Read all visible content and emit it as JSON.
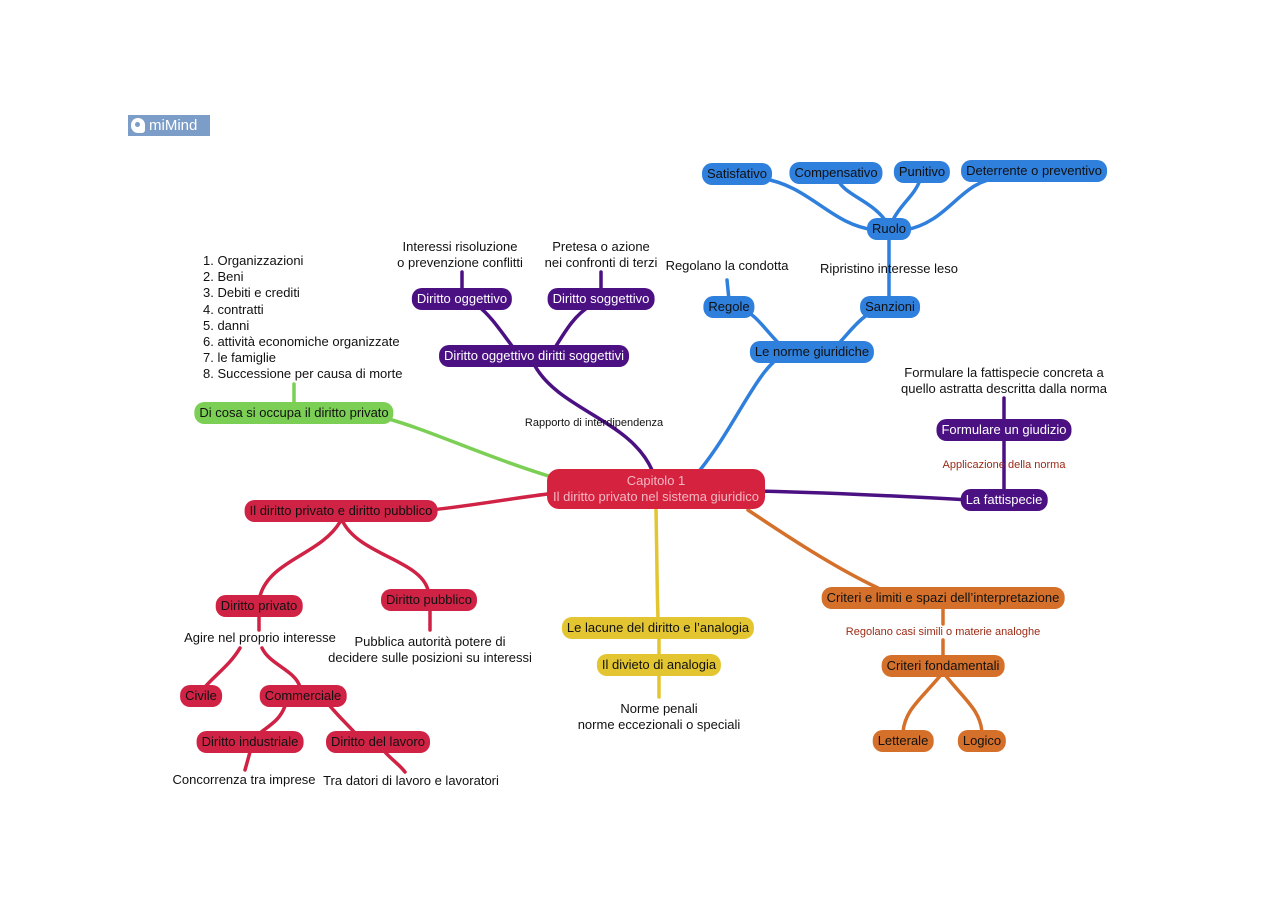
{
  "logo": {
    "text": "miMind"
  },
  "center": {
    "line1": "Capitolo 1",
    "line2": "Il diritto privato nel sistema giuridico"
  },
  "colors": {
    "blue": "#2f7fdc",
    "purple": "#4b1183",
    "red": "#cf2245",
    "orange": "#d5702a",
    "yellow": "#e2c531",
    "green": "#7ccf55"
  },
  "nodes": {
    "satisfativo": "Satisfativo",
    "compensativo": "Compensativo",
    "punitivo": "Punitivo",
    "deterrente": "Deterrente o preventivo",
    "ruolo": "Ruolo",
    "sanzioni": "Sanzioni",
    "regole": "Regole",
    "norme_giuridiche": "Le norme giuridiche",
    "diritto_oggettivo": "Diritto oggettivo",
    "diritto_soggettivo": "Diritto soggettivo",
    "oggettivo_soggettivi": "Diritto oggettivo diritti soggettivi",
    "cosa_occupa": "Di cosa si occupa il diritto privato",
    "formulare_giudizio": "Formulare un giudizio",
    "fattispecie": "La fattispecie",
    "privato_pubblico": "Il diritto privato e diritto pubblico",
    "diritto_privato": "Diritto privato",
    "diritto_pubblico": "Diritto pubblico",
    "civile": "Civile",
    "commerciale": "Commerciale",
    "diritto_industriale": "Diritto industriale",
    "diritto_lavoro": "Diritto del lavoro",
    "lacune": "Le lacune del diritto e l’analogia",
    "divieto": "Il divieto di analogia",
    "criteri_limiti": "Criteri e limiti e spazi dell’interpretazione",
    "criteri_fondamentali": "Criteri fondamentali",
    "letterale": "Letterale",
    "logico": "Logico"
  },
  "notes": {
    "interessi": [
      "Interessi risoluzione",
      "o prevenzione conflitti"
    ],
    "pretesa": [
      "Pretesa o azione",
      "nei confronti di terzi"
    ],
    "regolano_condotta": "Regolano la condotta",
    "ripristino": "Ripristino interesse leso",
    "rapporto": "Rapporto di interdipendenza",
    "formulare_fattispecie": [
      "Formulare la fattispecie concreta a",
      "quello astratta descritta dalla norma"
    ],
    "applicazione": "Applicazione della norma",
    "agire": "Agire nel proprio interesse",
    "pubblica_autorita": [
      "Pubblica autorità potere di",
      "decidere sulle posizioni su interessi"
    ],
    "concorrenza": "Concorrenza tra imprese",
    "tra_datori": "Tra datori di lavoro e lavoratori",
    "norme_penali": [
      "Norme penali",
      "norme eccezionali o speciali"
    ],
    "regolano_casi": "Regolano casi simili o materie analoghe"
  },
  "list": [
    "1. Organizzazioni",
    "2. Beni",
    "3. Debiti e crediti",
    "4. contratti",
    "5. danni",
    "6. attività economiche organizzate",
    "7. le famiglie",
    "8. Successione per causa di morte"
  ]
}
